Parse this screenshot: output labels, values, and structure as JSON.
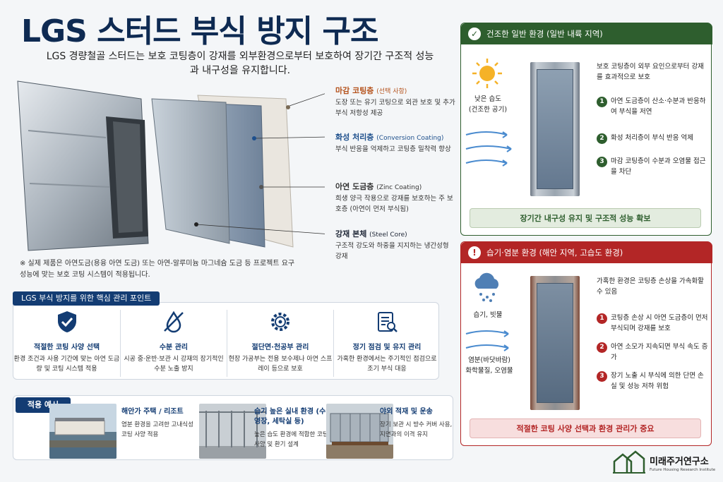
{
  "header": {
    "title": "LGS 스터드 부식 방지 구조",
    "intro": "LGS 경량철골 스터드는 보호 코팅층이 강재를 외부환경으로부터 보호하여 장기간 구조적 성능과 내구성을 유지합니다."
  },
  "layers": [
    {
      "title": "마감 코팅층",
      "title_sub": "(선택 사항)",
      "desc": "도장 또는 유기 코팅으로 외관 보호 및 추가 부식 저항성 제공",
      "color": "#b5531d"
    },
    {
      "title": "화성 처리층",
      "title_sub": "(Conversion Coating)",
      "desc": "부식 반응을 억제하고 코팅층 밀착력 향상",
      "color": "#1d4f8c"
    },
    {
      "title": "아연 도금층",
      "title_sub": "(Zinc Coating)",
      "desc": "희생 양극 작용으로 강재를 보호하는 주 보호층 (아연이 먼저 부식됨)",
      "color": "#333333"
    },
    {
      "title": "강재 본체",
      "title_sub": "(Steel Core)",
      "desc": "구조적 강도와 하중을 지지하는 냉간성형 강재",
      "color": "#1d2535"
    }
  ],
  "stud_note": "※ 실제 제품은 아연도금(용융 아연 도금) 또는 아연-알루미늄 마그네슘 도금 등 프로젝트 요구 성능에 맞는 보호 코팅 시스템이 적용됩니다.",
  "key_points": {
    "heading": "LGS 부식 방지를 위한 핵심 관리 포인트",
    "items": [
      {
        "icon": "shield-check-icon",
        "title": "적절한 코팅 사양 선택",
        "desc": "환경 조건과 사용 기간에 맞는 아연 도금량 및 코팅 시스템 적용"
      },
      {
        "icon": "no-water-drop-icon",
        "title": "수분 관리",
        "desc": "시공 중·운반·보관 시 강재의 장기적인 수분 노출 방지"
      },
      {
        "icon": "gear-icon",
        "title": "절단면·천공부 관리",
        "desc": "현장 가공부는 전용 보수제나 아연 스프레이 등으로 보호"
      },
      {
        "icon": "checklist-icon",
        "title": "정기 점검 및 유지 관리",
        "desc": "가혹한 환경에서는 주기적인 점검으로 조기 부식 대응"
      }
    ]
  },
  "examples": {
    "heading": "적용 예시",
    "items": [
      {
        "title": "해안가 주택 / 리조트",
        "desc": "염분 환경을 고려한 고내식성 코팅 사양 적용"
      },
      {
        "title": "습기 높은 실내 환경 (수영장, 세탁실 등)",
        "desc": "높은 습도 환경에 적합한 코팅 사양 및 환기 설계"
      },
      {
        "title": "야외 적재 및 운송",
        "desc": "장기 보관 시 방수 커버 사용, 지면과의 이격 유지"
      }
    ]
  },
  "dry_panel": {
    "heading": "건조한 일반 환경 (일반 내륙 지역)",
    "color": "#2e5e2e",
    "condition": "낮은 습도\n(건조한 공기)",
    "intro": "보호 코팅층이 외부 요인으로부터 강재를 효과적으로 보호",
    "points": [
      "아연 도금층이 산소·수분과 반응하여 부식을 저연",
      "화성 처리층이 부식 반응 억제",
      "마감 코팅층이 수분과 오염물 접근을 차단"
    ],
    "conclusion": "장기간 내구성 유지 및 구조적 성능 확보"
  },
  "wet_panel": {
    "heading": "습기·염분 환경 (해안 지역, 고습도 환경)",
    "color": "#b32626",
    "condition_rain": "습기, 빗물",
    "condition_salt": "염분(바닷바람)\n화학물질, 오염물",
    "intro": "가혹한 환경은 코팅층 손상을 가속화할 수 있음",
    "points": [
      "코팅층 손상 시 아연 도금층이 먼저 부식되며 강재를 보호",
      "아연 소모가 지속되면 부식 속도 증가",
      "장기 노출 시 부식에 의한 단면 손실 및 성능 저하 위험"
    ],
    "conclusion": "적절한 코팅 사양 선택과 환경 관리가 중요"
  },
  "logo": {
    "name": "미래주거연구소",
    "sub": "Future Housing Research Institute"
  }
}
